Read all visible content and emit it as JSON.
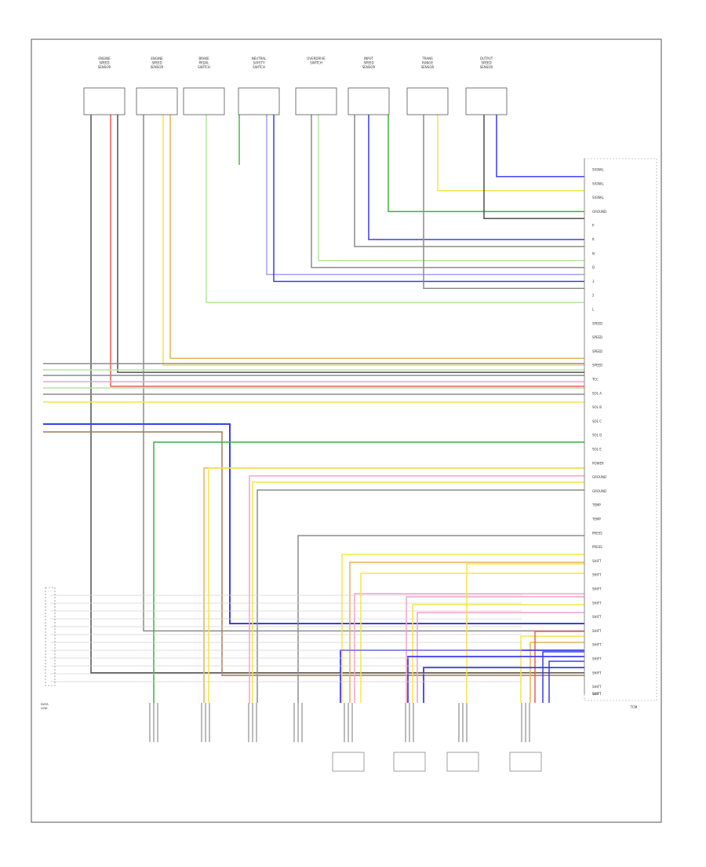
{
  "page": {
    "footer_code": ""
  },
  "top_components": [
    {
      "id": "c1",
      "label": [
        "ENGINE",
        "SPEED",
        "SENSOR"
      ]
    },
    {
      "id": "c2",
      "label": [
        "ENGINE",
        "SPEED",
        "SENSOR"
      ]
    },
    {
      "id": "c3",
      "label": [
        "BRAKE",
        "PEDAL",
        "SWITCH"
      ]
    },
    {
      "id": "c4",
      "label": [
        "NEUTRAL",
        "SAFETY",
        "SWITCH"
      ]
    },
    {
      "id": "c5",
      "label": [
        "OVERDRIVE",
        "SWITCH"
      ]
    },
    {
      "id": "c6",
      "label": [
        "INPUT",
        "SPEED",
        "SENSOR"
      ]
    },
    {
      "id": "c7",
      "label": [
        "TRANS",
        "RANGE",
        "SENSOR"
      ]
    },
    {
      "id": "c8",
      "label": [
        "OUTPUT",
        "SPEED",
        "SENSOR"
      ]
    }
  ],
  "tcm": {
    "label": [
      "TCM"
    ],
    "pins": [
      "SIGNAL",
      "SIGNAL",
      "SIGNAL",
      "GROUND",
      "P",
      "R",
      "N",
      "D",
      "3",
      "2",
      "L",
      "SPEED",
      "SPEED",
      "SPEED",
      "SPEED",
      "TCC",
      "SOL A",
      "SOL B",
      "SOL C",
      "SOL D",
      "SOL E",
      "POWER",
      "GROUND",
      "GROUND",
      "TEMP",
      "TEMP",
      "PRESS",
      "PRESS",
      "SHIFT",
      "SHIFT",
      "SHIFT",
      "SHIFT",
      "SHIFT",
      "SHIFT",
      "SHIFT",
      "SHIFT",
      "SHIFT",
      "SHIFT",
      "SHIFT",
      "SHIFT"
    ]
  },
  "left_connector": {
    "label": [
      "DATA",
      "LINK"
    ],
    "rows": [
      "",
      "",
      "",
      "",
      "",
      "",
      "",
      "",
      "",
      "",
      "",
      ""
    ]
  },
  "bottom_components": [
    {
      "id": "b1",
      "label": [
        "",
        "",
        "",
        "",
        ""
      ]
    },
    {
      "id": "b2",
      "label": [
        "",
        "",
        "",
        "",
        ""
      ]
    },
    {
      "id": "b3",
      "label": [
        "",
        "",
        "",
        "",
        ""
      ]
    },
    {
      "id": "b4",
      "label": [
        "",
        "",
        "",
        "",
        ""
      ]
    },
    {
      "id": "b5",
      "label": [
        "",
        "",
        "",
        "",
        ""
      ]
    },
    {
      "id": "b6",
      "label": [
        "",
        "",
        "",
        "",
        ""
      ]
    },
    {
      "id": "b7",
      "label": [
        "",
        "",
        "",
        "",
        ""
      ]
    },
    {
      "id": "b8",
      "label": [
        "",
        "",
        "",
        "",
        ""
      ]
    }
  ],
  "wire_colors": {
    "yellow": "#f5e642",
    "red": "#f05a5a",
    "green": "#38b438",
    "lightgreen": "#b4e6a0",
    "blue": "#3c3cf0",
    "lightblue": "#a0a0f0",
    "pink": "#f5a0c8",
    "orange": "#e6b450",
    "gray": "#8c8c8c",
    "darkgray": "#505050",
    "purple": "#b478dc",
    "brown": "#a0784b"
  }
}
